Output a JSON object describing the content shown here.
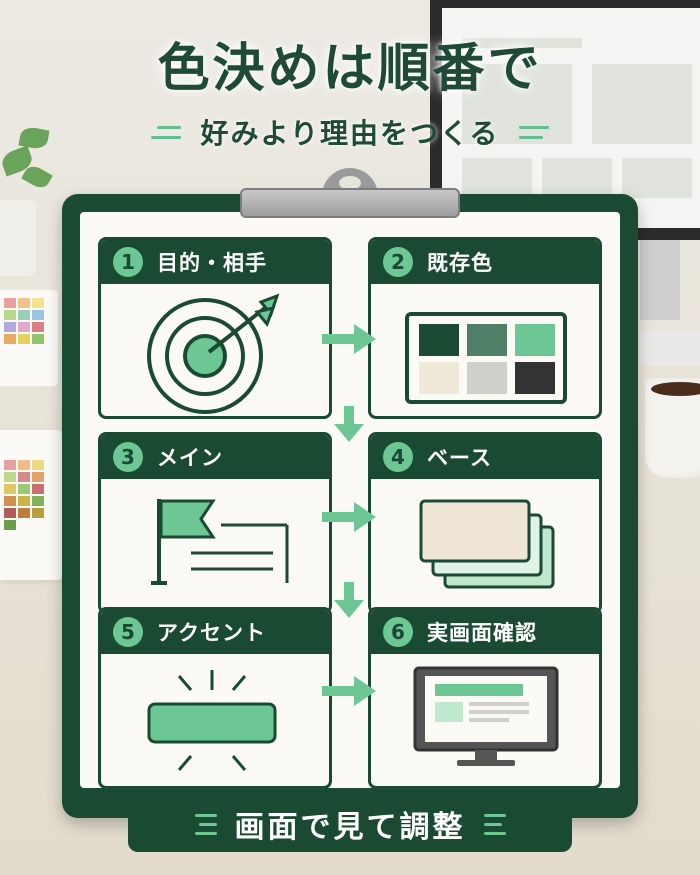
{
  "title": "色決めは順番で",
  "subtitle": "好みより理由をつくる",
  "steps": [
    {
      "num": "1",
      "label": "目的・相手",
      "icon": "target-icon"
    },
    {
      "num": "2",
      "label": "既存色",
      "icon": "palette-swatches-icon"
    },
    {
      "num": "3",
      "label": "メイン",
      "icon": "flag-icon"
    },
    {
      "num": "4",
      "label": "ベース",
      "icon": "layered-cards-icon"
    },
    {
      "num": "5",
      "label": "アクセント",
      "icon": "highlight-button-icon"
    },
    {
      "num": "6",
      "label": "実画面確認",
      "icon": "monitor-icon"
    }
  ],
  "footer": "画面で見て調整",
  "colors": {
    "dark_green": "#1b4a33",
    "accent_green": "#6cc795",
    "mid_green": "#4f7f66",
    "cream": "#efe9da",
    "light_gray": "#cfcfcc",
    "charcoal": "#333333"
  }
}
